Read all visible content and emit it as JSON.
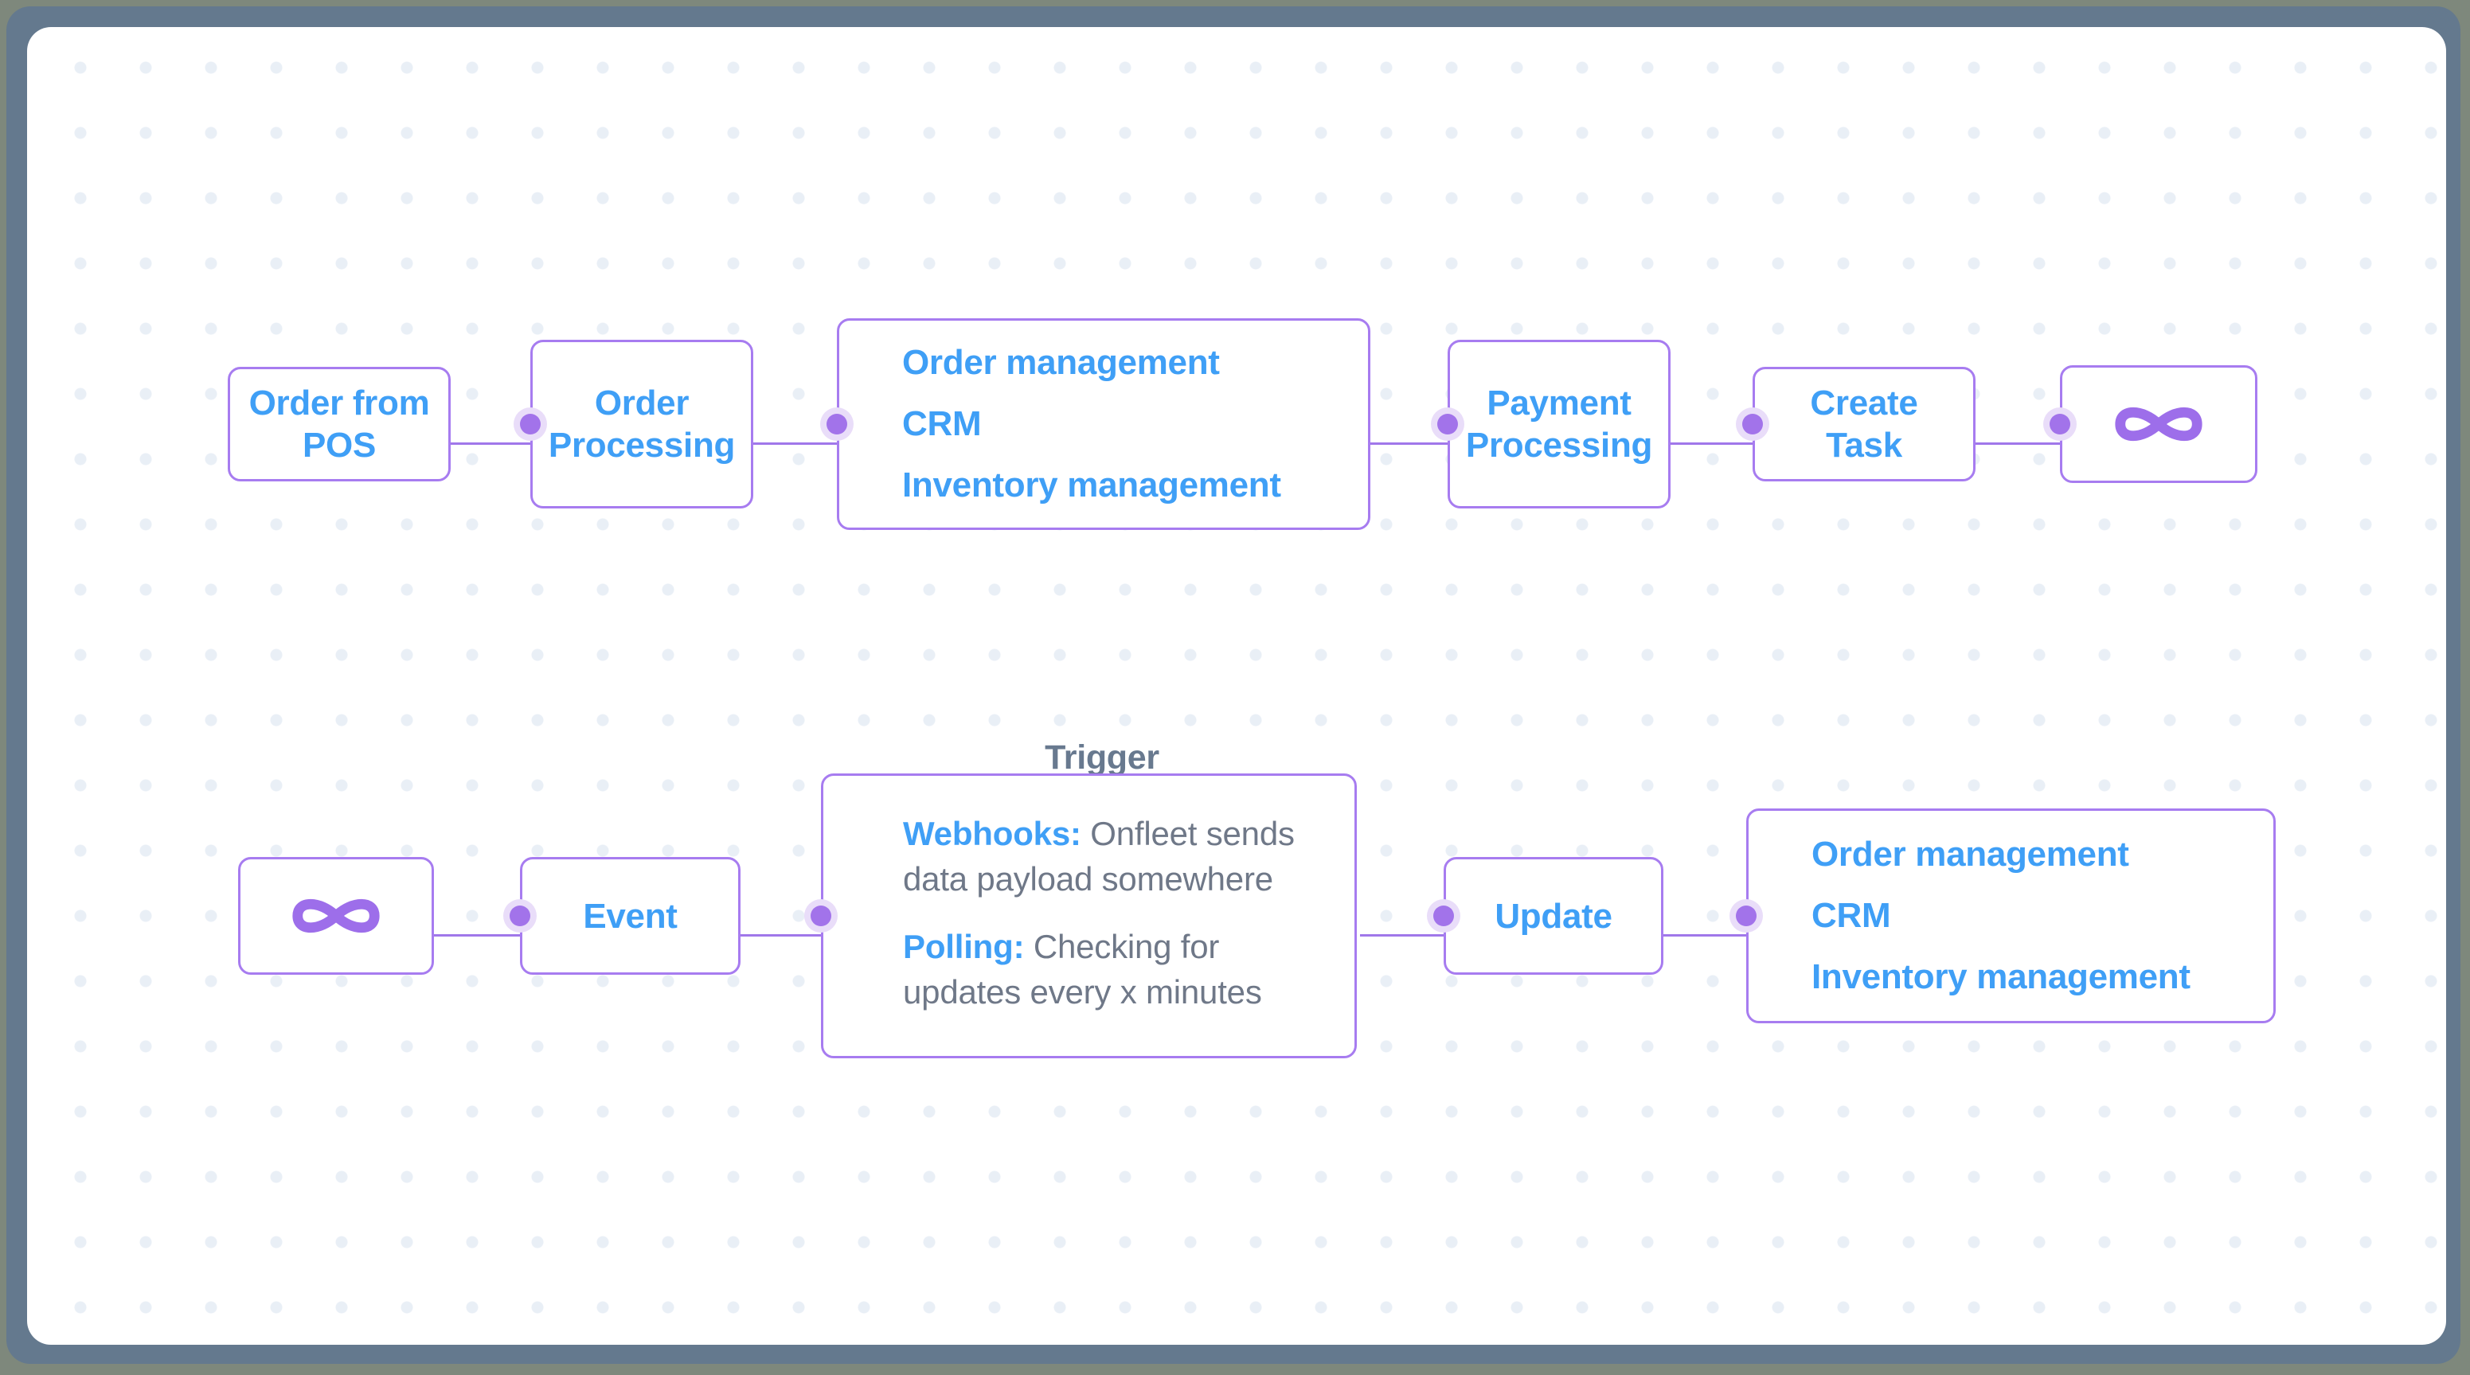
{
  "colors": {
    "frame": "#64798e",
    "canvas": "#ffffff",
    "grid_dot": "#e9eff6",
    "node_border": "#a77cf0",
    "connector": "#a077ea",
    "port": "#a273ea",
    "port_halo": "#e9ddf9",
    "label_blue": "#3f9ff6",
    "body_gray": "#6f7888",
    "caption_gray": "#68798f",
    "infinity_purple": "#9d6eea"
  },
  "flow1": {
    "order_from_pos": "Order from\nPOS",
    "order_processing": "Order\nProcessing",
    "systems": [
      "Order management",
      "CRM",
      "Inventory management"
    ],
    "payment_processing": "Payment\nProcessing",
    "create_task": "Create\nTask",
    "loop_icon": "infinity-icon"
  },
  "flow2": {
    "loop_icon": "infinity-icon",
    "event": "Event",
    "trigger_label": "Trigger",
    "webhooks_lead": "Webhooks:",
    "webhooks_text": " Onfleet sends data payload somewhere",
    "polling_lead": "Polling:",
    "polling_text": " Checking for updates every x minutes",
    "update": "Update",
    "systems": [
      "Order management",
      "CRM",
      "Inventory management"
    ]
  }
}
